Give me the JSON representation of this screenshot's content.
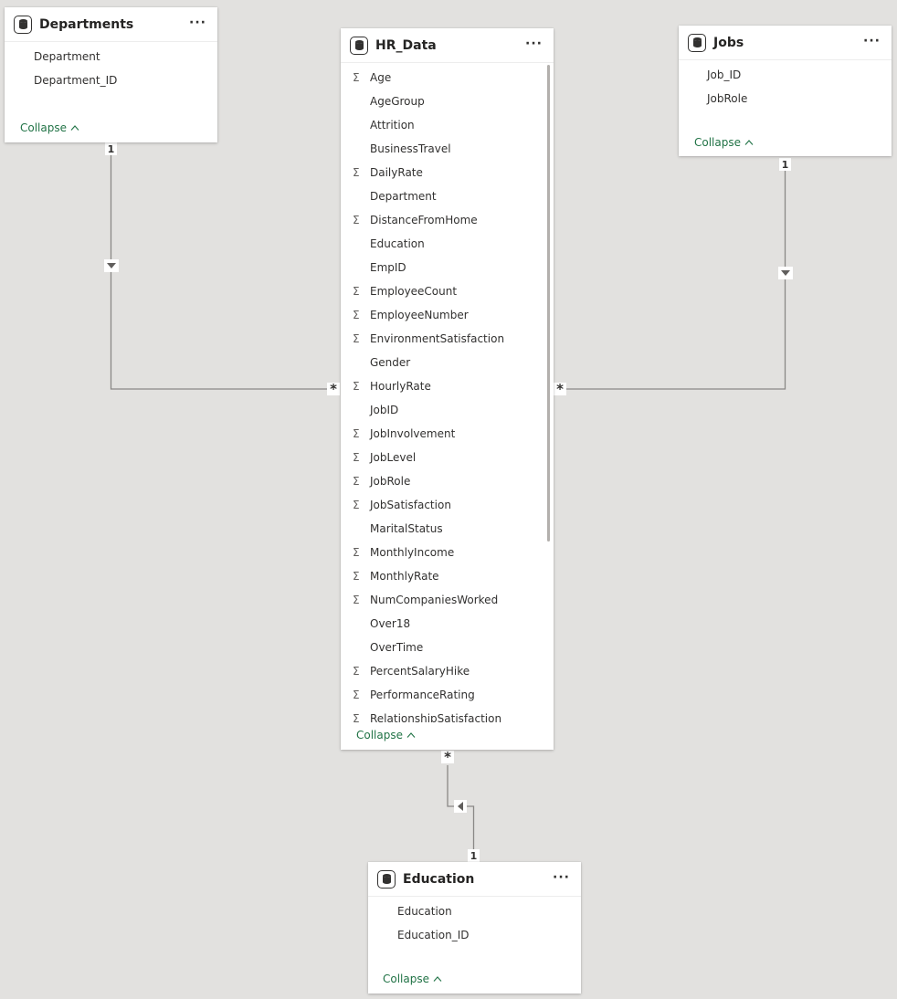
{
  "tables": {
    "departments": {
      "title": "Departments",
      "more": "···",
      "fields": [
        "Department",
        "Department_ID"
      ],
      "collapse": "Collapse"
    },
    "hr_data": {
      "title": "HR_Data",
      "more": "···",
      "fields": [
        {
          "name": "Age",
          "sum": true
        },
        {
          "name": "AgeGroup",
          "sum": false
        },
        {
          "name": "Attrition",
          "sum": false
        },
        {
          "name": "BusinessTravel",
          "sum": false
        },
        {
          "name": "DailyRate",
          "sum": true
        },
        {
          "name": "Department",
          "sum": false
        },
        {
          "name": "DistanceFromHome",
          "sum": true
        },
        {
          "name": "Education",
          "sum": false
        },
        {
          "name": "EmpID",
          "sum": false
        },
        {
          "name": "EmployeeCount",
          "sum": true
        },
        {
          "name": "EmployeeNumber",
          "sum": true
        },
        {
          "name": "EnvironmentSatisfaction",
          "sum": true
        },
        {
          "name": "Gender",
          "sum": false
        },
        {
          "name": "HourlyRate",
          "sum": true
        },
        {
          "name": "JobID",
          "sum": false
        },
        {
          "name": "JobInvolvement",
          "sum": true
        },
        {
          "name": "JobLevel",
          "sum": true
        },
        {
          "name": "JobRole",
          "sum": true
        },
        {
          "name": "JobSatisfaction",
          "sum": true
        },
        {
          "name": "MaritalStatus",
          "sum": false
        },
        {
          "name": "MonthlyIncome",
          "sum": true
        },
        {
          "name": "MonthlyRate",
          "sum": true
        },
        {
          "name": "NumCompaniesWorked",
          "sum": true
        },
        {
          "name": "Over18",
          "sum": false
        },
        {
          "name": "OverTime",
          "sum": false
        },
        {
          "name": "PercentSalaryHike",
          "sum": true
        },
        {
          "name": "PerformanceRating",
          "sum": true
        },
        {
          "name": "RelationshipSatisfaction",
          "sum": true
        }
      ],
      "collapse": "Collapse"
    },
    "jobs": {
      "title": "Jobs",
      "more": "···",
      "fields": [
        "Job_ID",
        "JobRole"
      ],
      "collapse": "Collapse"
    },
    "education": {
      "title": "Education",
      "more": "···",
      "fields": [
        "Education",
        "Education_ID"
      ],
      "collapse": "Collapse"
    }
  },
  "relationships": {
    "one": "1",
    "many": "*"
  },
  "icons": {
    "table": "database-icon",
    "sum": "Σ",
    "chevron": "^"
  },
  "colors": {
    "canvas": "#e2e1df",
    "accent": "#217346",
    "line": "#8a8886"
  }
}
